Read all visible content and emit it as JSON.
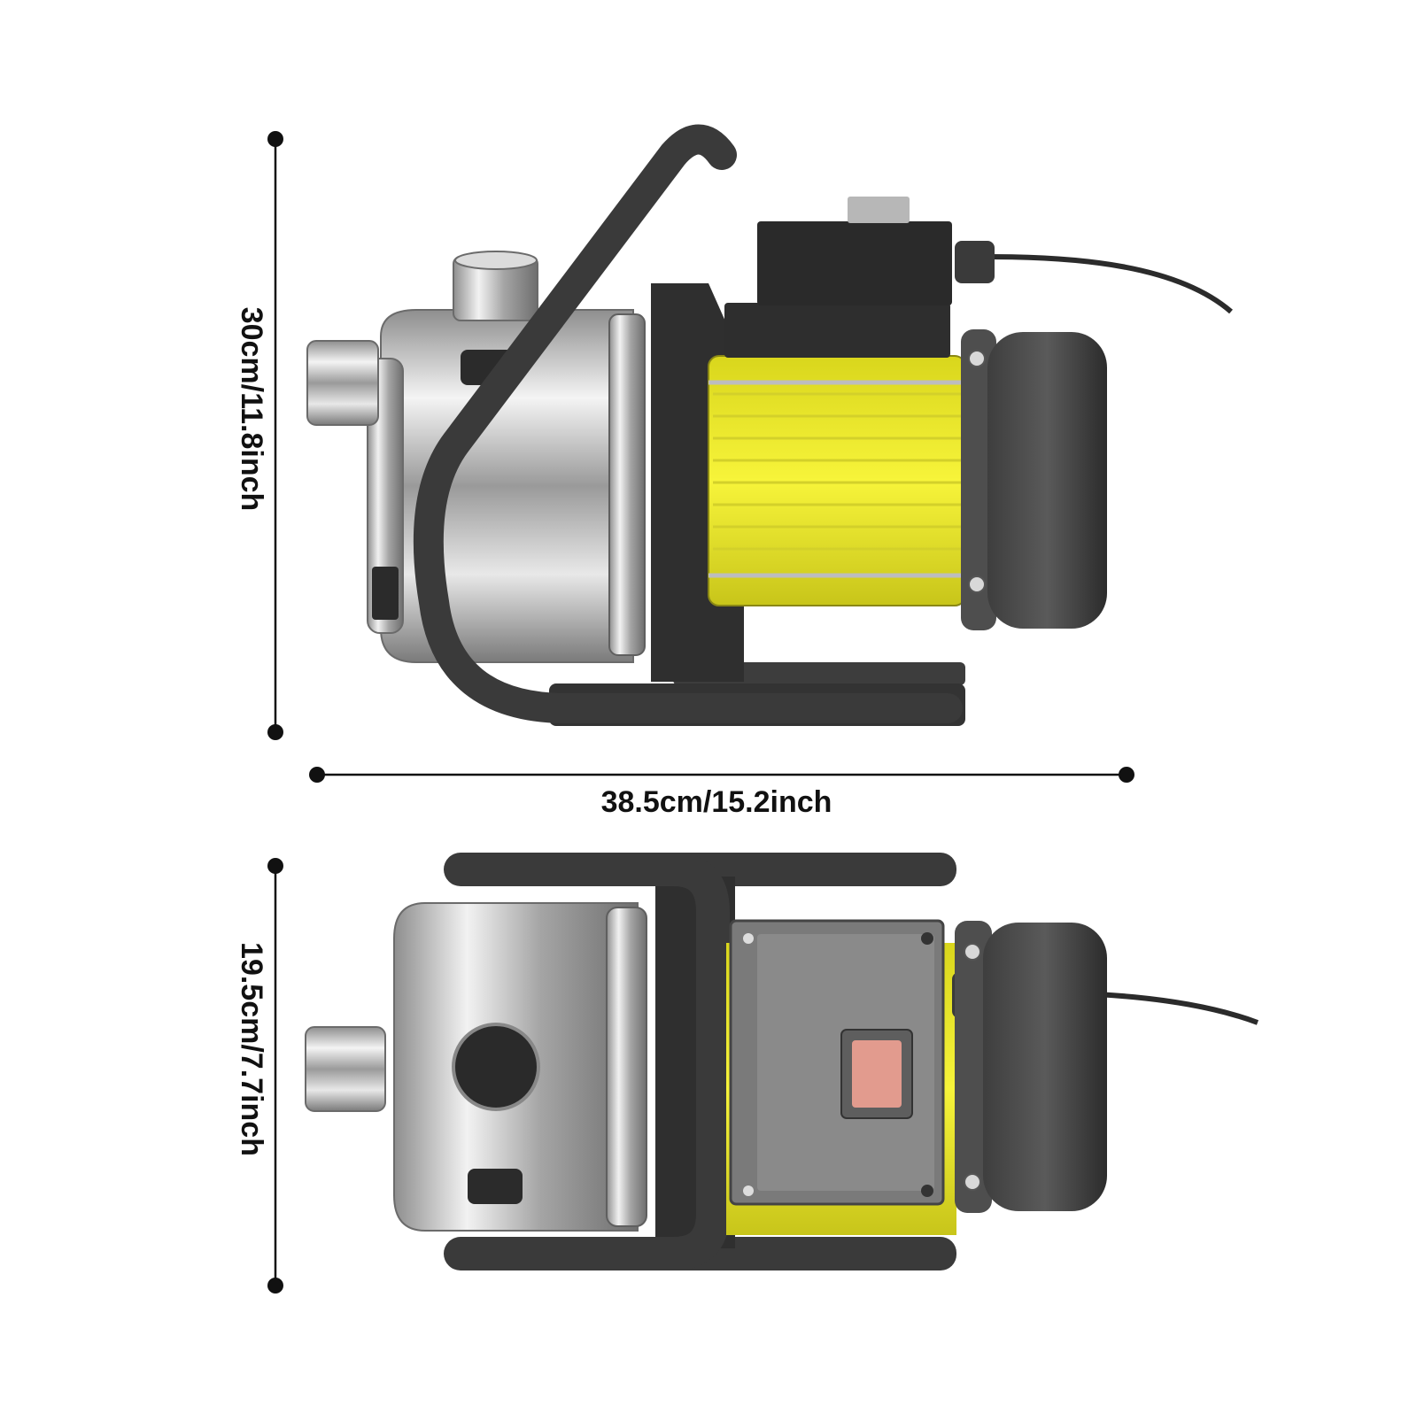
{
  "dimensions": {
    "height": "30cm/11.8inch",
    "length": "38.5cm/15.2inch",
    "width": "19.5cm/7.7inch"
  },
  "colors": {
    "motor_housing": "#f5f235",
    "steel": "#c9c9c9",
    "frame": "#3a3a3a",
    "cap": "#4a4a4a",
    "switch": "#e29b8e"
  },
  "views": [
    "side-view",
    "top-view"
  ]
}
